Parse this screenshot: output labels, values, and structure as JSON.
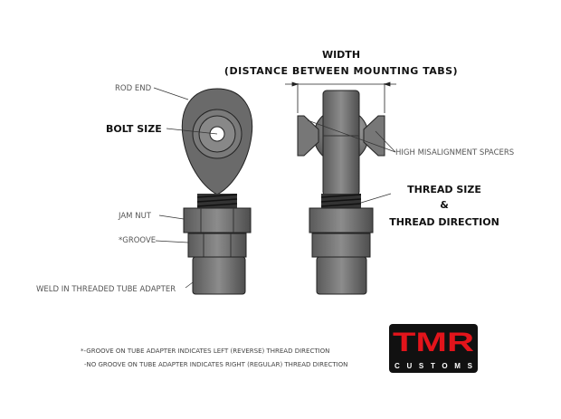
{
  "labels": {
    "width_title": "WIDTH",
    "width_sub": "(DISTANCE BETWEEN MOUNTING TABS)",
    "rod_end": "ROD END",
    "bolt_size": "BOLT SIZE",
    "jam_nut": "JAM NUT",
    "groove": "*GROOVE",
    "weld_adapter": "WELD IN THREADED TUBE ADAPTER",
    "spacers": "HIGH MISALIGNMENT SPACERS",
    "thread_size": "THREAD SIZE",
    "ampersand": "&",
    "thread_direction": "THREAD DIRECTION"
  },
  "notes": [
    "*-GROOVE ON TUBE ADAPTER INDICATES LEFT (REVERSE) THREAD DIRECTION",
    "-NO GROOVE ON TUBE ADAPTER INDICATES RIGHT (REGULAR) THREAD DIRECTION"
  ],
  "logo": {
    "main": "TMR",
    "sub": "CUSTOMS",
    "accent": "#e3141b"
  }
}
